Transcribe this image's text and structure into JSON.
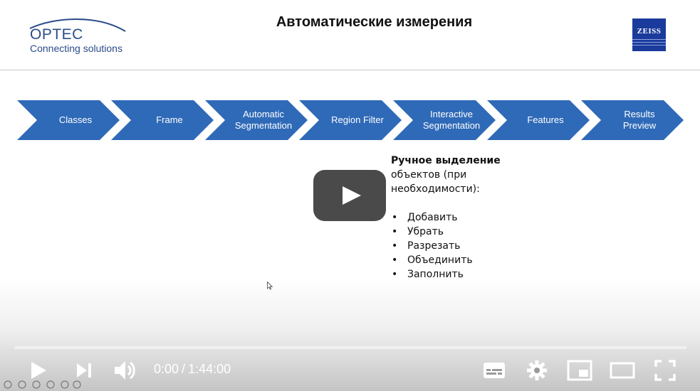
{
  "slide": {
    "title": "Автоматические измерения",
    "optec_logo": {
      "name": "OPTEC",
      "tagline": "Connecting solutions",
      "color": "#2b4c8a"
    },
    "zeiss_logo": {
      "text": "ZEISS",
      "color": "#1a3a9c"
    }
  },
  "process": {
    "color": "#2f6ab8",
    "steps": [
      {
        "label": "Classes"
      },
      {
        "label": "Frame"
      },
      {
        "label": "Automatic\nSegmentation"
      },
      {
        "label": "Region Filter"
      },
      {
        "label": "Interactive\nSegmentation"
      },
      {
        "label": "Features"
      },
      {
        "label": "Results\nPreview"
      }
    ]
  },
  "manual": {
    "title": "Ручное выделение",
    "description": "объектов (при необходимости):",
    "actions": [
      "Добавить",
      "Убрать",
      "Разрезать",
      "Объединить",
      "Заполнить"
    ]
  },
  "player": {
    "big_play_icon": "play-icon",
    "current_time": "0:00",
    "separator": "/",
    "duration": "1:44:00",
    "progress_fraction": 0.0,
    "controls": [
      {
        "name": "play-icon"
      },
      {
        "name": "next-icon"
      },
      {
        "name": "volume-icon"
      },
      {
        "name": "subtitles-icon"
      },
      {
        "name": "settings-gear-icon"
      },
      {
        "name": "miniplayer-icon"
      },
      {
        "name": "theater-mode-icon"
      },
      {
        "name": "fullscreen-icon"
      }
    ]
  }
}
